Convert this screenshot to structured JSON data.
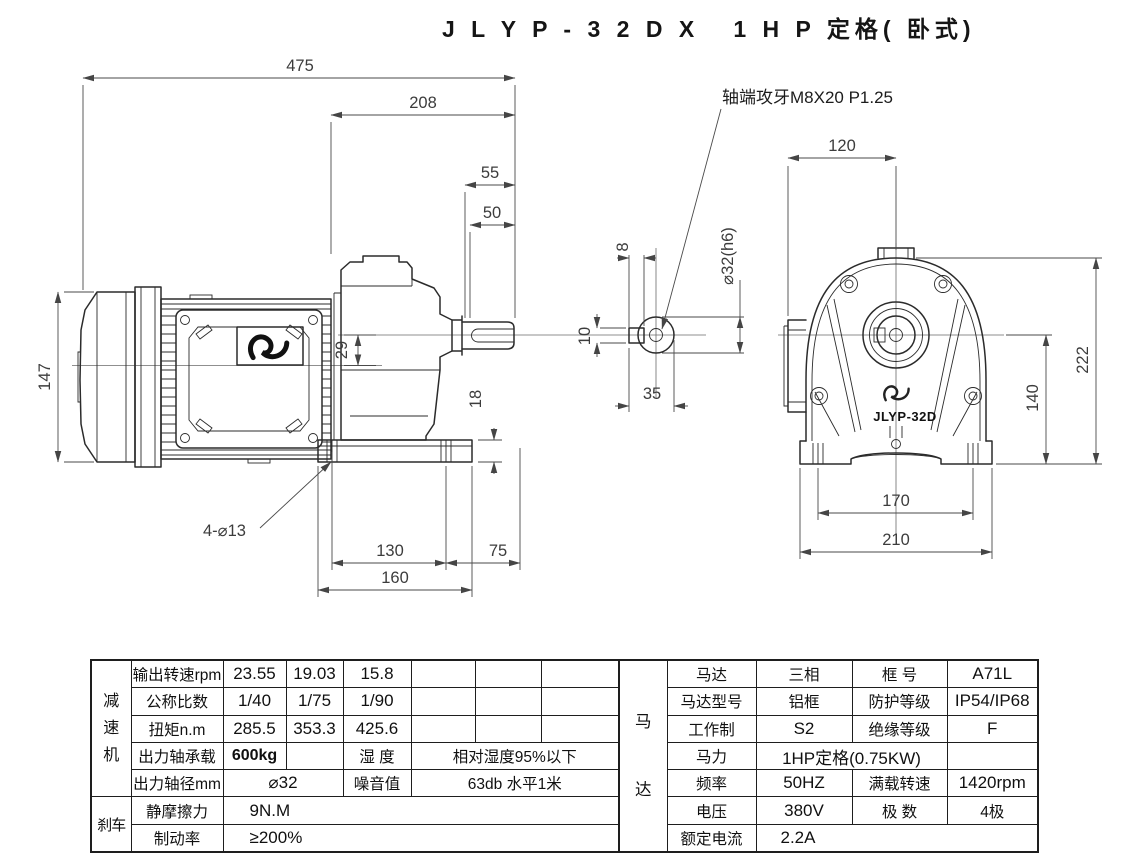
{
  "title": "J L Y P - 3 2 D X   1 H P 定格( 卧式)",
  "drawing": {
    "callout_shaft_tap": "轴端攻牙M8X20 P1.25",
    "side": {
      "overall_475": "475",
      "len_208": "208",
      "len_55": "55",
      "len_50": "50",
      "height_147": "147",
      "offset_29": "29",
      "foot_height_18": "18",
      "holes_label": "4-⌀13",
      "foot_130": "130",
      "foot_75": "75",
      "foot_160": "160"
    },
    "shaft_end": {
      "key_w_8": "8",
      "key_h_10": "10",
      "across_35": "35",
      "dia": "⌀32(h6)"
    },
    "front": {
      "top_120": "120",
      "height_222": "222",
      "center_140": "140",
      "feet_170": "170",
      "base_210": "210",
      "model_cast": "JLYP-32D"
    }
  },
  "spec_left": {
    "group_reducer": "减速机",
    "group_brake": "刹车",
    "r1": {
      "label": "输出转速rpm",
      "v1": "23.55",
      "v2": "19.03",
      "v3": "15.8"
    },
    "r2": {
      "label": "公称比数",
      "v1": "1/40",
      "v2": "1/75",
      "v3": "1/90"
    },
    "r3": {
      "label": "扭矩n.m",
      "v1": "285.5",
      "v2": "353.3",
      "v3": "425.6"
    },
    "r4": {
      "label": "出力轴承载",
      "v1": "600kg",
      "k": "湿 度",
      "v": "相对湿度95%以下"
    },
    "r5": {
      "label": "出力轴径mm",
      "v1": "⌀32",
      "k": "噪音值",
      "v": "63db 水平1米"
    },
    "r6": {
      "label": "静摩擦力",
      "v": "9N.M"
    },
    "r7": {
      "label": "制动率",
      "v": "≥200%"
    }
  },
  "spec_right": {
    "group_motor_char1": "马",
    "group_motor_char2": "达",
    "r1": {
      "label": "马达",
      "v": "三相",
      "label2": "框 号",
      "v2": "A71L"
    },
    "r2": {
      "label": "马达型号",
      "v": "铝框",
      "label2": "防护等级",
      "v2": "IP54/IP68"
    },
    "r3": {
      "label": "工作制",
      "v": "S2",
      "label2": "绝缘等级",
      "v2": "F"
    },
    "r4": {
      "label": "马力",
      "v": "1HP定格(0.75KW)"
    },
    "r5": {
      "label": "频率",
      "v": "50HZ",
      "label2": "满载转速",
      "v2": "1420rpm"
    },
    "r6": {
      "label": "电压",
      "v": "380V",
      "label2": "极 数",
      "v2": "4极"
    },
    "r7": {
      "label": "额定电流",
      "v": "2.2A"
    }
  }
}
